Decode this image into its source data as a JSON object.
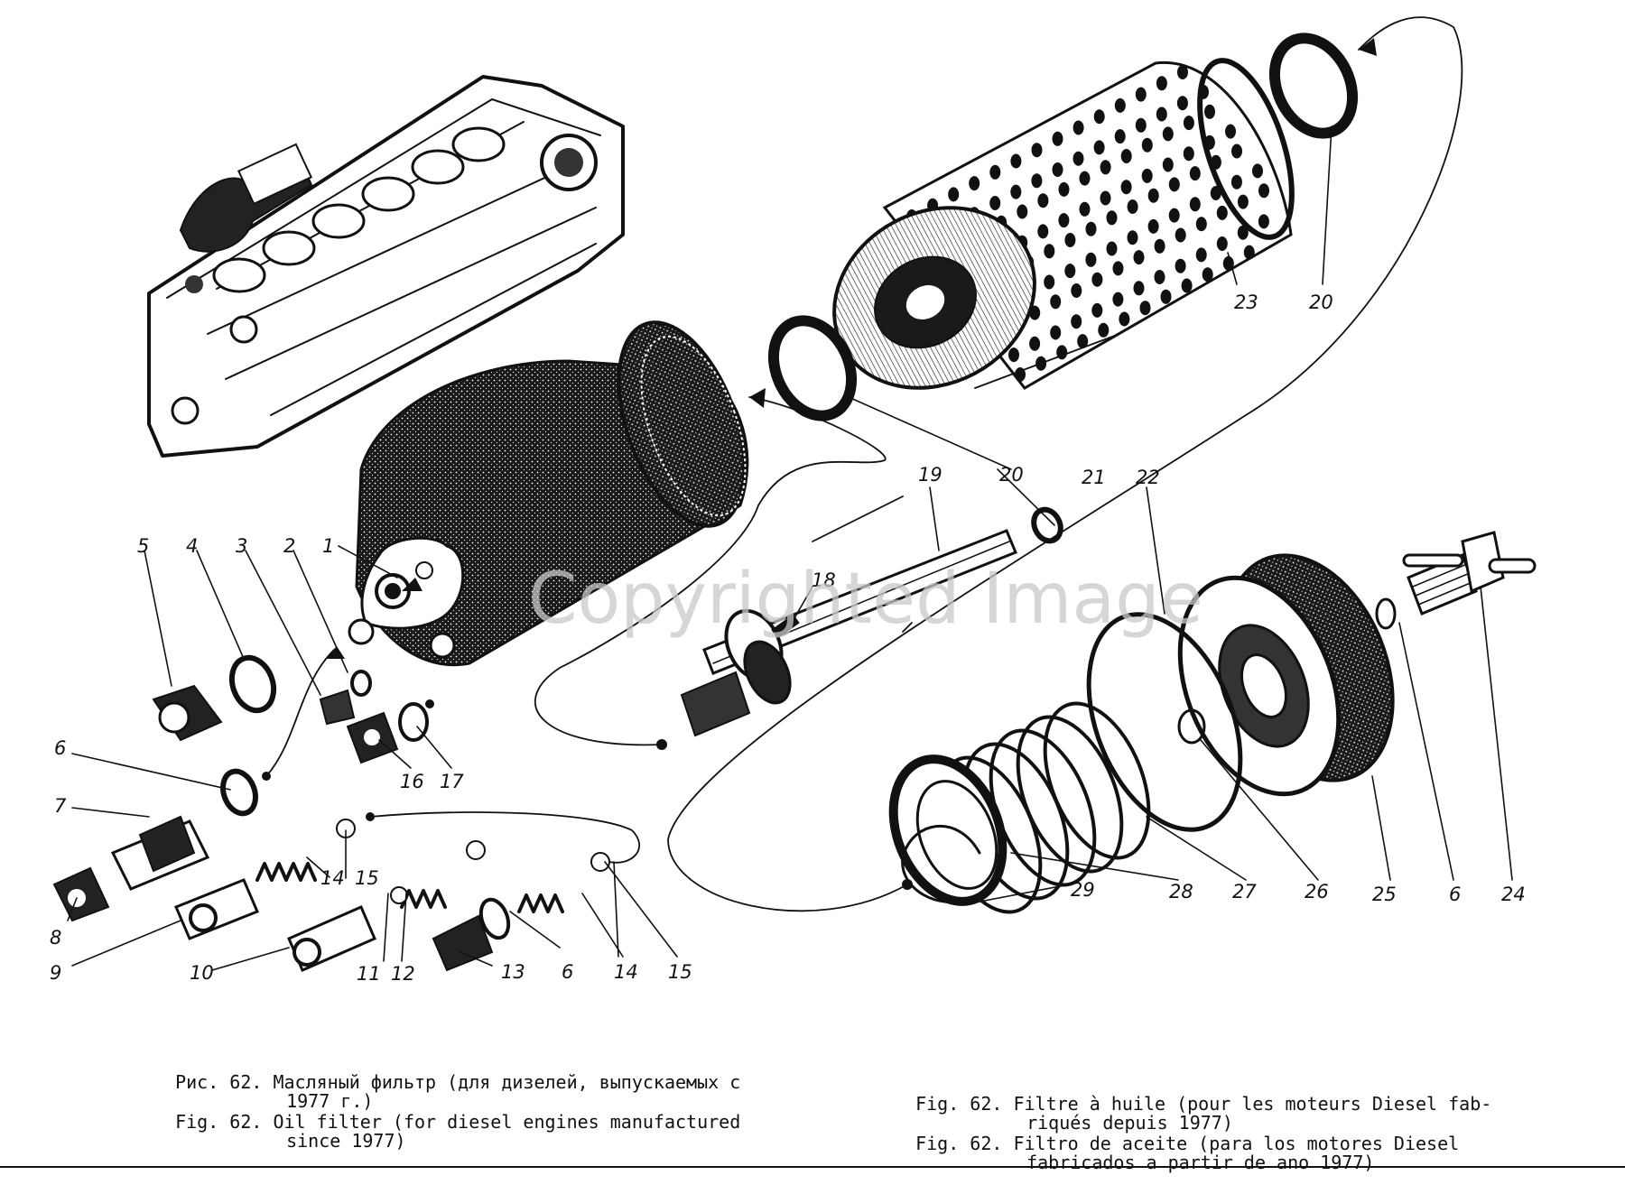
{
  "callouts": [
    "1",
    "2",
    "3",
    "4",
    "5",
    "6",
    "7",
    "8",
    "9",
    "10",
    "11",
    "12",
    "13",
    "14",
    "15",
    "16",
    "17",
    "18",
    "19",
    "20",
    "21",
    "22",
    "23",
    "24",
    "25",
    "26",
    "27",
    "28",
    "29"
  ],
  "watermark": "Copyrighted Image",
  "captions": {
    "ru": {
      "label": "Рис. 62.",
      "line1": "Масляный фильтр (для дизелей, выпускаемых с",
      "line2": "1977 г.)"
    },
    "en": {
      "label": "Fig. 62.",
      "line1": "Oil filter (for diesel engines manufactured",
      "line2": "since 1977)"
    },
    "fr": {
      "label": "Fig. 62.",
      "line1": "Filtre à huile (pour les moteurs Diesel fab-",
      "line2": "riqués depuis 1977)"
    },
    "es": {
      "label": "Fig. 62.",
      "line1": "Filtro de aceite (para los motores Diesel",
      "line2": "fabricados a partir de ano 1977)"
    }
  }
}
